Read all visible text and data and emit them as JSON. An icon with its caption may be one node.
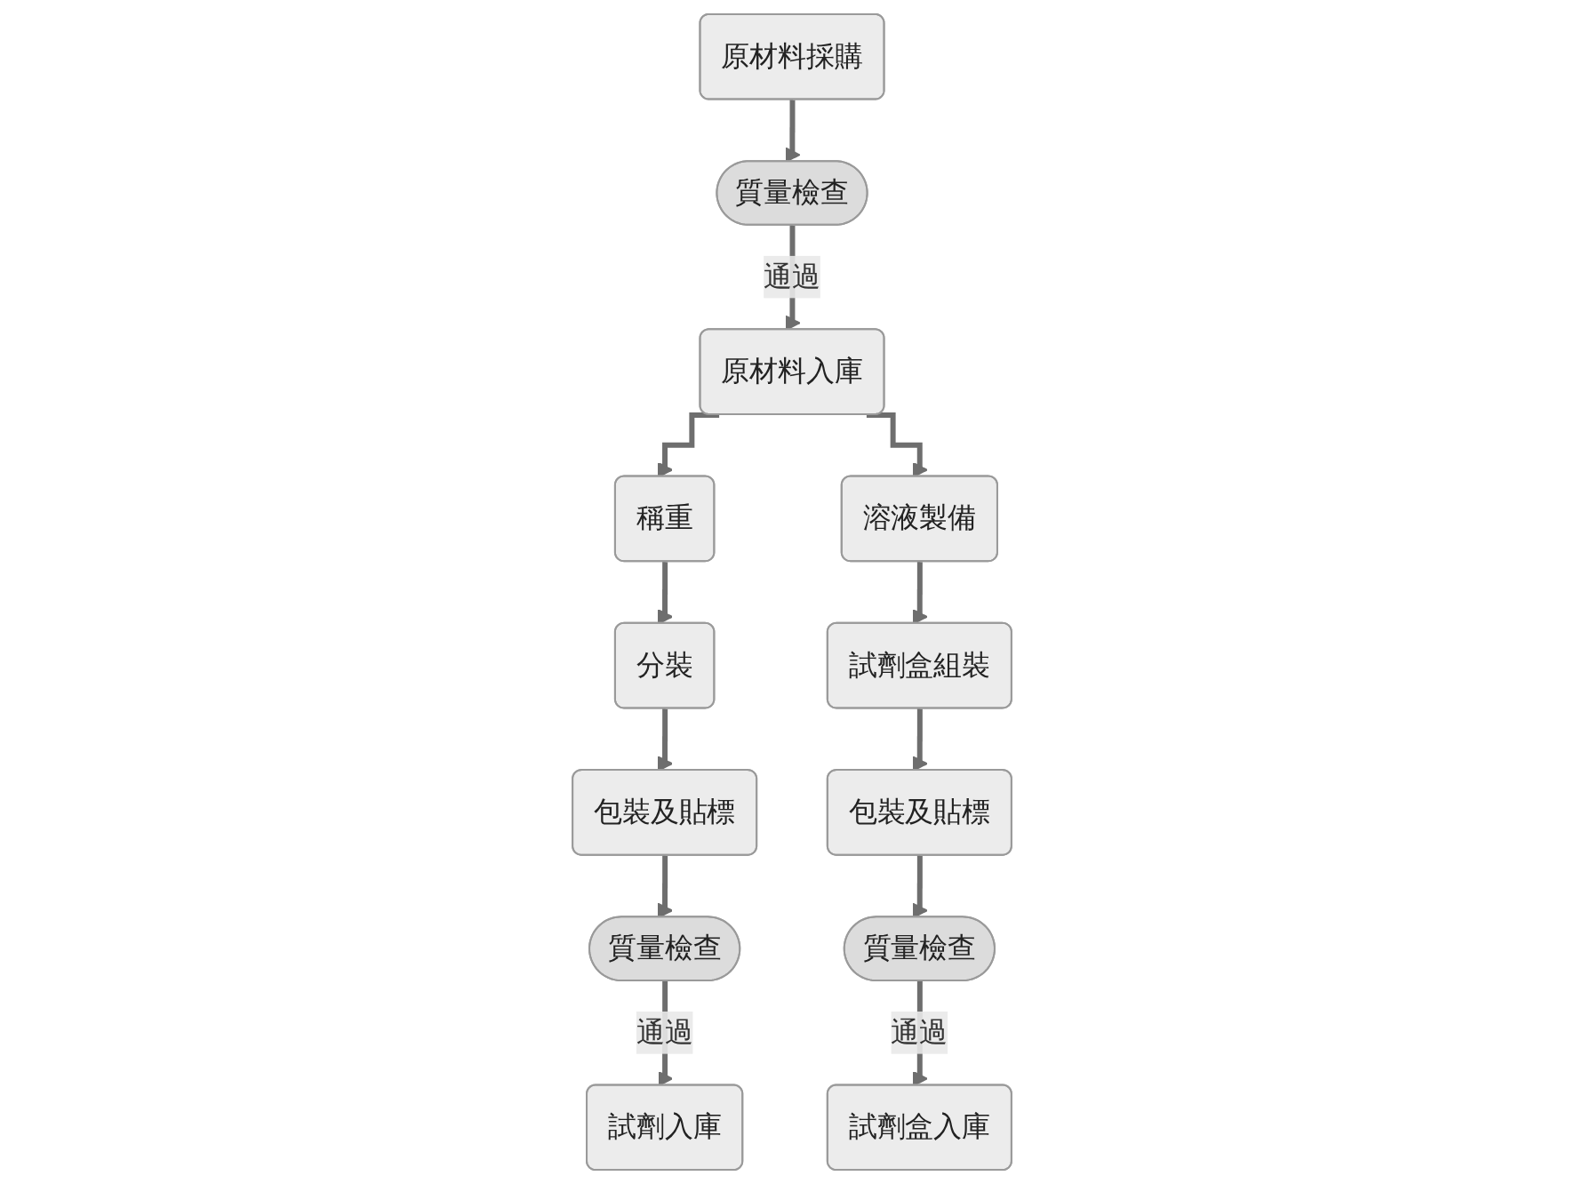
{
  "diagram": {
    "nodes": [
      {
        "text": [
          "原材料採購"
        ]
      },
      {
        "text": [
          "質量檢查"
        ]
      },
      {
        "text": [
          "原材料入庫"
        ]
      },
      {
        "text": [
          "稱重"
        ]
      },
      {
        "text": [
          "分裝"
        ]
      },
      {
        "text": [
          "包裝及貼標"
        ]
      },
      {
        "text": [
          "質量檢查"
        ]
      },
      {
        "text": [
          "試劑入庫"
        ]
      },
      {
        "text": [
          "溶液製備"
        ]
      },
      {
        "text": [
          "試劑盒組裝"
        ]
      },
      {
        "text": [
          "包裝及貼標"
        ]
      },
      {
        "text": [
          "質量檢查"
        ]
      },
      {
        "text": [
          "試劑盒入庫"
        ]
      }
    ],
    "edges": [
      {
        "from": 0,
        "to": 1,
        "arrow": "to"
      },
      {
        "from": 1,
        "to": 2,
        "arrow": "to",
        "label": "通過"
      },
      {
        "from": 2,
        "to": 3,
        "arrow": "to"
      },
      {
        "from": 2,
        "to": 8,
        "arrow": "to"
      },
      {
        "from": 3,
        "to": 4,
        "arrow": "to"
      },
      {
        "from": 4,
        "to": 5,
        "arrow": "to"
      },
      {
        "from": 5,
        "to": 6,
        "arrow": "to"
      },
      {
        "from": 6,
        "to": 7,
        "arrow": "to",
        "label": "通過"
      },
      {
        "from": 8,
        "to": 9,
        "arrow": "to"
      },
      {
        "from": 9,
        "to": 10,
        "arrow": "to"
      },
      {
        "from": 10,
        "to": 11,
        "arrow": "to"
      },
      {
        "from": 11,
        "to": 12,
        "arrow": "to",
        "label": "通過"
      }
    ]
  }
}
